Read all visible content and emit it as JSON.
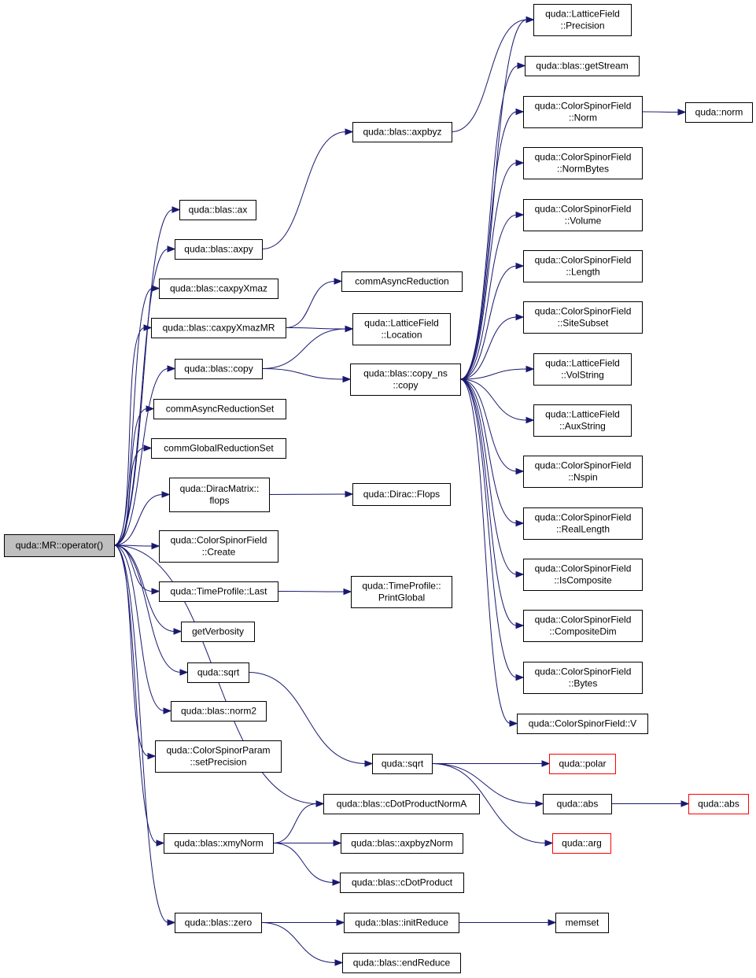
{
  "nodes": [
    {
      "id": "root",
      "lines": [
        "quda::MR::operator()"
      ],
      "style": "root"
    },
    {
      "id": "ax",
      "lines": [
        "quda::blas::ax"
      ],
      "style": "normal"
    },
    {
      "id": "axpy",
      "lines": [
        "quda::blas::axpy"
      ],
      "style": "normal"
    },
    {
      "id": "caxpyXmaz",
      "lines": [
        "quda::blas::caxpyXmaz"
      ],
      "style": "normal"
    },
    {
      "id": "caxpyXmazMR",
      "lines": [
        "quda::blas::caxpyXmazMR"
      ],
      "style": "normal"
    },
    {
      "id": "copy",
      "lines": [
        "quda::blas::copy"
      ],
      "style": "normal"
    },
    {
      "id": "commAsyncReductionSet",
      "lines": [
        "commAsyncReductionSet"
      ],
      "style": "normal"
    },
    {
      "id": "commGlobalReductionSet",
      "lines": [
        "commGlobalReductionSet"
      ],
      "style": "normal"
    },
    {
      "id": "diracMatrixFlops",
      "lines": [
        "quda::DiracMatrix::",
        "flops"
      ],
      "style": "normal"
    },
    {
      "id": "csfCreate",
      "lines": [
        "quda::ColorSpinorField",
        "::Create"
      ],
      "style": "normal"
    },
    {
      "id": "tpLast",
      "lines": [
        "quda::TimeProfile::Last"
      ],
      "style": "normal"
    },
    {
      "id": "getVerbosity",
      "lines": [
        "getVerbosity"
      ],
      "style": "normal"
    },
    {
      "id": "sqrt1",
      "lines": [
        "quda::sqrt"
      ],
      "style": "normal"
    },
    {
      "id": "norm2",
      "lines": [
        "quda::blas::norm2"
      ],
      "style": "normal"
    },
    {
      "id": "setPrecision",
      "lines": [
        "quda::ColorSpinorParam",
        "::setPrecision"
      ],
      "style": "normal"
    },
    {
      "id": "xmyNorm",
      "lines": [
        "quda::blas::xmyNorm"
      ],
      "style": "normal"
    },
    {
      "id": "zero",
      "lines": [
        "quda::blas::zero"
      ],
      "style": "normal"
    },
    {
      "id": "axpbyz",
      "lines": [
        "quda::blas::axpbyz"
      ],
      "style": "normal"
    },
    {
      "id": "commAsyncReduction",
      "lines": [
        "commAsyncReduction"
      ],
      "style": "normal"
    },
    {
      "id": "lfLocation",
      "lines": [
        "quda::LatticeField",
        "::Location"
      ],
      "style": "normal"
    },
    {
      "id": "copyNs",
      "lines": [
        "quda::blas::copy_ns",
        "::copy"
      ],
      "style": "normal"
    },
    {
      "id": "diracFlops",
      "lines": [
        "quda::Dirac::Flops"
      ],
      "style": "normal"
    },
    {
      "id": "printGlobal",
      "lines": [
        "quda::TimeProfile::",
        "PrintGlobal"
      ],
      "style": "normal"
    },
    {
      "id": "sqrt2",
      "lines": [
        "quda::sqrt"
      ],
      "style": "normal"
    },
    {
      "id": "cDotProductNormA",
      "lines": [
        "quda::blas::cDotProductNormA"
      ],
      "style": "normal"
    },
    {
      "id": "axpbyzNorm",
      "lines": [
        "quda::blas::axpbyzNorm"
      ],
      "style": "normal"
    },
    {
      "id": "cDotProduct",
      "lines": [
        "quda::blas::cDotProduct"
      ],
      "style": "normal"
    },
    {
      "id": "initReduce",
      "lines": [
        "quda::blas::initReduce"
      ],
      "style": "normal"
    },
    {
      "id": "endReduce",
      "lines": [
        "quda::blas::endReduce"
      ],
      "style": "normal"
    },
    {
      "id": "lfPrecision",
      "lines": [
        "quda::LatticeField",
        "::Precision"
      ],
      "style": "normal"
    },
    {
      "id": "getStream",
      "lines": [
        "quda::blas::getStream"
      ],
      "style": "normal"
    },
    {
      "id": "csfNorm",
      "lines": [
        "quda::ColorSpinorField",
        "::Norm"
      ],
      "style": "normal"
    },
    {
      "id": "csfNormBytes",
      "lines": [
        "quda::ColorSpinorField",
        "::NormBytes"
      ],
      "style": "normal"
    },
    {
      "id": "csfVolume",
      "lines": [
        "quda::ColorSpinorField",
        "::Volume"
      ],
      "style": "normal"
    },
    {
      "id": "csfLength",
      "lines": [
        "quda::ColorSpinorField",
        "::Length"
      ],
      "style": "normal"
    },
    {
      "id": "csfSiteSubset",
      "lines": [
        "quda::ColorSpinorField",
        "::SiteSubset"
      ],
      "style": "normal"
    },
    {
      "id": "lfVolString",
      "lines": [
        "quda::LatticeField",
        "::VolString"
      ],
      "style": "normal"
    },
    {
      "id": "lfAuxString",
      "lines": [
        "quda::LatticeField",
        "::AuxString"
      ],
      "style": "normal"
    },
    {
      "id": "csfNspin",
      "lines": [
        "quda::ColorSpinorField",
        "::Nspin"
      ],
      "style": "normal"
    },
    {
      "id": "csfRealLength",
      "lines": [
        "quda::ColorSpinorField",
        "::RealLength"
      ],
      "style": "normal"
    },
    {
      "id": "csfIsComposite",
      "lines": [
        "quda::ColorSpinorField",
        "::IsComposite"
      ],
      "style": "normal"
    },
    {
      "id": "csfCompositeDim",
      "lines": [
        "quda::ColorSpinorField",
        "::CompositeDim"
      ],
      "style": "normal"
    },
    {
      "id": "csfBytes",
      "lines": [
        "quda::ColorSpinorField",
        "::Bytes"
      ],
      "style": "normal"
    },
    {
      "id": "csfV",
      "lines": [
        "quda::ColorSpinorField::V"
      ],
      "style": "normal"
    },
    {
      "id": "norm",
      "lines": [
        "quda::norm"
      ],
      "style": "normal"
    },
    {
      "id": "polar",
      "lines": [
        "quda::polar"
      ],
      "style": "truncated"
    },
    {
      "id": "abs1",
      "lines": [
        "quda::abs"
      ],
      "style": "normal"
    },
    {
      "id": "arg",
      "lines": [
        "quda::arg"
      ],
      "style": "truncated"
    },
    {
      "id": "abs2",
      "lines": [
        "quda::abs"
      ],
      "style": "truncated"
    },
    {
      "id": "memset",
      "lines": [
        "memset"
      ],
      "style": "normal"
    }
  ],
  "edges": [
    [
      "root",
      "ax"
    ],
    [
      "root",
      "axpy"
    ],
    [
      "root",
      "caxpyXmaz"
    ],
    [
      "root",
      "caxpyXmazMR"
    ],
    [
      "root",
      "copy"
    ],
    [
      "root",
      "commAsyncReductionSet"
    ],
    [
      "root",
      "commGlobalReductionSet"
    ],
    [
      "root",
      "diracMatrixFlops"
    ],
    [
      "root",
      "csfCreate"
    ],
    [
      "root",
      "tpLast"
    ],
    [
      "root",
      "getVerbosity"
    ],
    [
      "root",
      "sqrt1"
    ],
    [
      "root",
      "norm2"
    ],
    [
      "root",
      "setPrecision"
    ],
    [
      "root",
      "cDotProductNormA"
    ],
    [
      "root",
      "xmyNorm"
    ],
    [
      "root",
      "zero"
    ],
    [
      "axpy",
      "axpbyz"
    ],
    [
      "axpbyz",
      "lfPrecision"
    ],
    [
      "caxpyXmazMR",
      "commAsyncReduction"
    ],
    [
      "caxpyXmazMR",
      "lfLocation"
    ],
    [
      "copy",
      "lfLocation"
    ],
    [
      "copy",
      "copyNs"
    ],
    [
      "copyNs",
      "lfPrecision"
    ],
    [
      "copyNs",
      "getStream"
    ],
    [
      "copyNs",
      "csfNorm"
    ],
    [
      "copyNs",
      "csfNormBytes"
    ],
    [
      "copyNs",
      "csfVolume"
    ],
    [
      "copyNs",
      "csfLength"
    ],
    [
      "copyNs",
      "csfSiteSubset"
    ],
    [
      "copyNs",
      "lfVolString"
    ],
    [
      "copyNs",
      "lfAuxString"
    ],
    [
      "copyNs",
      "csfNspin"
    ],
    [
      "copyNs",
      "csfRealLength"
    ],
    [
      "copyNs",
      "csfIsComposite"
    ],
    [
      "copyNs",
      "csfCompositeDim"
    ],
    [
      "copyNs",
      "csfBytes"
    ],
    [
      "copyNs",
      "csfV"
    ],
    [
      "csfNorm",
      "norm"
    ],
    [
      "diracMatrixFlops",
      "diracFlops"
    ],
    [
      "tpLast",
      "printGlobal"
    ],
    [
      "sqrt1",
      "sqrt2"
    ],
    [
      "sqrt2",
      "polar"
    ],
    [
      "sqrt2",
      "abs1"
    ],
    [
      "sqrt2",
      "arg"
    ],
    [
      "abs1",
      "abs2"
    ],
    [
      "xmyNorm",
      "cDotProductNormA"
    ],
    [
      "xmyNorm",
      "axpbyzNorm"
    ],
    [
      "xmyNorm",
      "cDotProduct"
    ],
    [
      "zero",
      "initReduce"
    ],
    [
      "zero",
      "endReduce"
    ],
    [
      "initReduce",
      "memset"
    ]
  ]
}
